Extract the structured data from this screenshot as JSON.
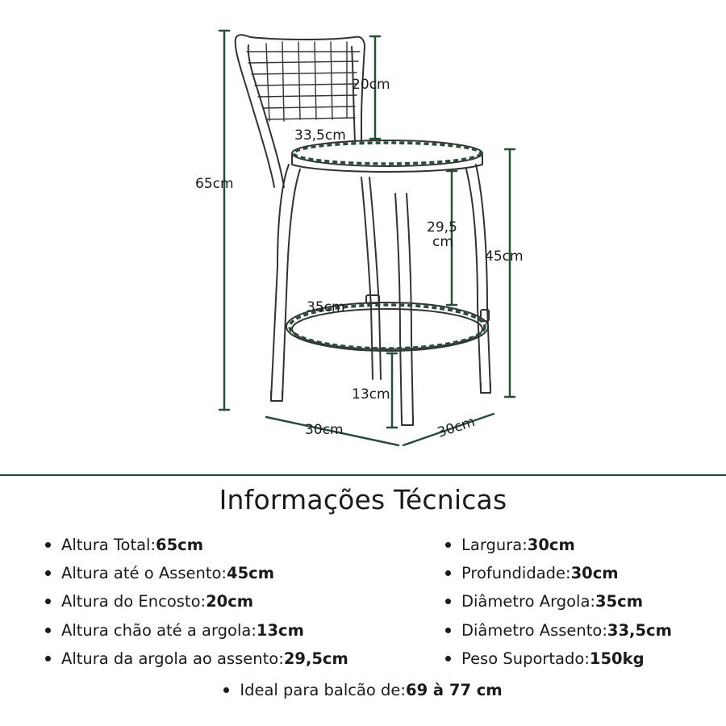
{
  "dimensions": {
    "backrest_height": "20cm",
    "seat_diameter": "33,5cm",
    "total_height": "65cm",
    "ring_to_seat_line1": "29,5",
    "ring_to_seat_line2": "cm",
    "seat_height": "45cm",
    "ring_diameter": "35cm",
    "floor_to_ring": "13cm",
    "width": "30cm",
    "depth": "30cm"
  },
  "section_title": "Informações Técnicas",
  "specs_left": [
    {
      "label": "Altura Total: ",
      "value": "65cm"
    },
    {
      "label": "Altura até o Assento: ",
      "value": "45cm"
    },
    {
      "label": "Altura do Encosto: ",
      "value": "20cm"
    },
    {
      "label": "Altura chão até a argola: ",
      "value": "13cm"
    },
    {
      "label": "Altura da argola ao assento: ",
      "value": "29,5cm"
    }
  ],
  "specs_right": [
    {
      "label": "Largura: ",
      "value": "30cm"
    },
    {
      "label": "Profundidade: ",
      "value": "30cm"
    },
    {
      "label": "Diâmetro Argola: ",
      "value": "35cm"
    },
    {
      "label": "Diâmetro Assento: ",
      "value": "33,5cm"
    },
    {
      "label": "Peso Suportado: ",
      "value": "150kg"
    }
  ],
  "spec_bottom": {
    "label": "Ideal para balcão de: ",
    "value": "69 à 77 cm"
  },
  "colors": {
    "dimension_line": "#2a4d3a",
    "divider": "#1f4a36",
    "outline": "#333333"
  }
}
